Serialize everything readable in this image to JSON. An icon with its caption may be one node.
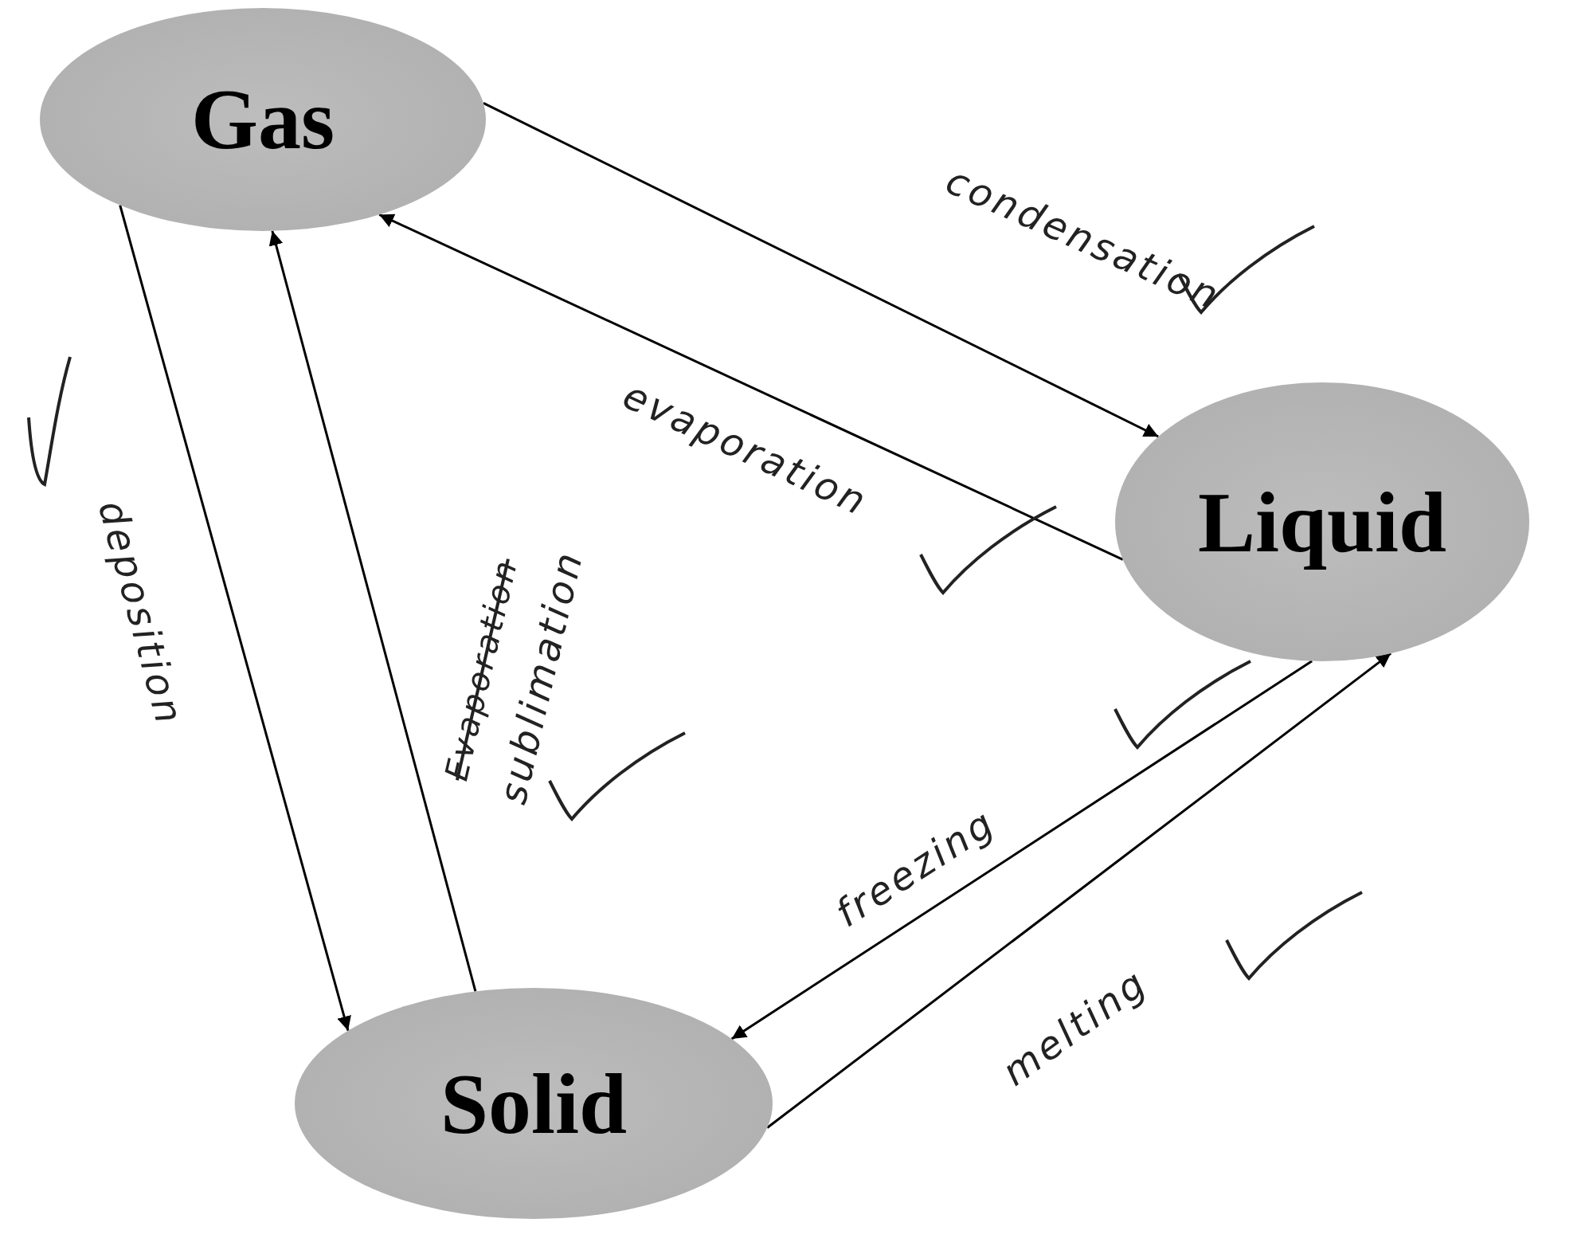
{
  "diagram": {
    "nodes": [
      {
        "text": [
          "Gas"
        ]
      },
      {
        "text": [
          "Liquid"
        ]
      },
      {
        "text": [
          "Solid"
        ]
      }
    ],
    "edges": [
      {
        "from": 0,
        "to": 1,
        "arrow": "to",
        "label": "condensation"
      },
      {
        "from": 1,
        "to": 0,
        "arrow": "to",
        "label": "evaporation"
      },
      {
        "from": 0,
        "to": 2,
        "arrow": "to",
        "label": "deposition"
      },
      {
        "from": 2,
        "to": 0,
        "arrow": "to",
        "label": "sublimation"
      },
      {
        "from": 1,
        "to": 2,
        "arrow": "to",
        "label": "freezing"
      },
      {
        "from": 2,
        "to": 1,
        "arrow": "to",
        "label": "melting"
      }
    ],
    "labels": [
      "Evaporation"
    ]
  }
}
